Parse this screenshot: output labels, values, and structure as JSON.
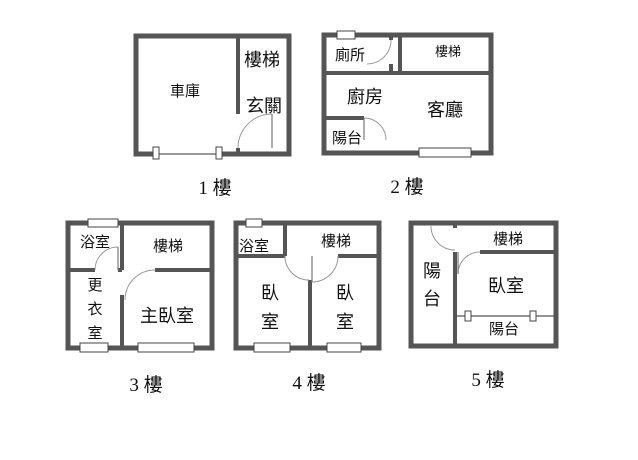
{
  "floors": [
    {
      "label": "1 樓",
      "rooms": {
        "garage": "車庫",
        "stairs": "樓梯",
        "entrance": "玄關"
      }
    },
    {
      "label": "2 樓",
      "rooms": {
        "toilet": "廁所",
        "stairs": "樓梯",
        "kitchen": "廚房",
        "living": "客廳",
        "balcony": "陽台"
      }
    },
    {
      "label": "3 樓",
      "rooms": {
        "bath": "浴室",
        "stairs": "樓梯",
        "closet_1": "更",
        "closet_2": "衣",
        "closet_3": "室",
        "master": "主臥室"
      }
    },
    {
      "label": "4 樓",
      "rooms": {
        "bath": "浴室",
        "stairs": "樓梯",
        "bed_left_1": "臥",
        "bed_left_2": "室",
        "bed_right_1": "臥",
        "bed_right_2": "室"
      }
    },
    {
      "label": "5 樓",
      "rooms": {
        "stairs": "樓梯",
        "balcony_side_1": "陽",
        "balcony_side_2": "台",
        "bedroom": "臥室",
        "balcony_inner": "陽台"
      }
    }
  ]
}
